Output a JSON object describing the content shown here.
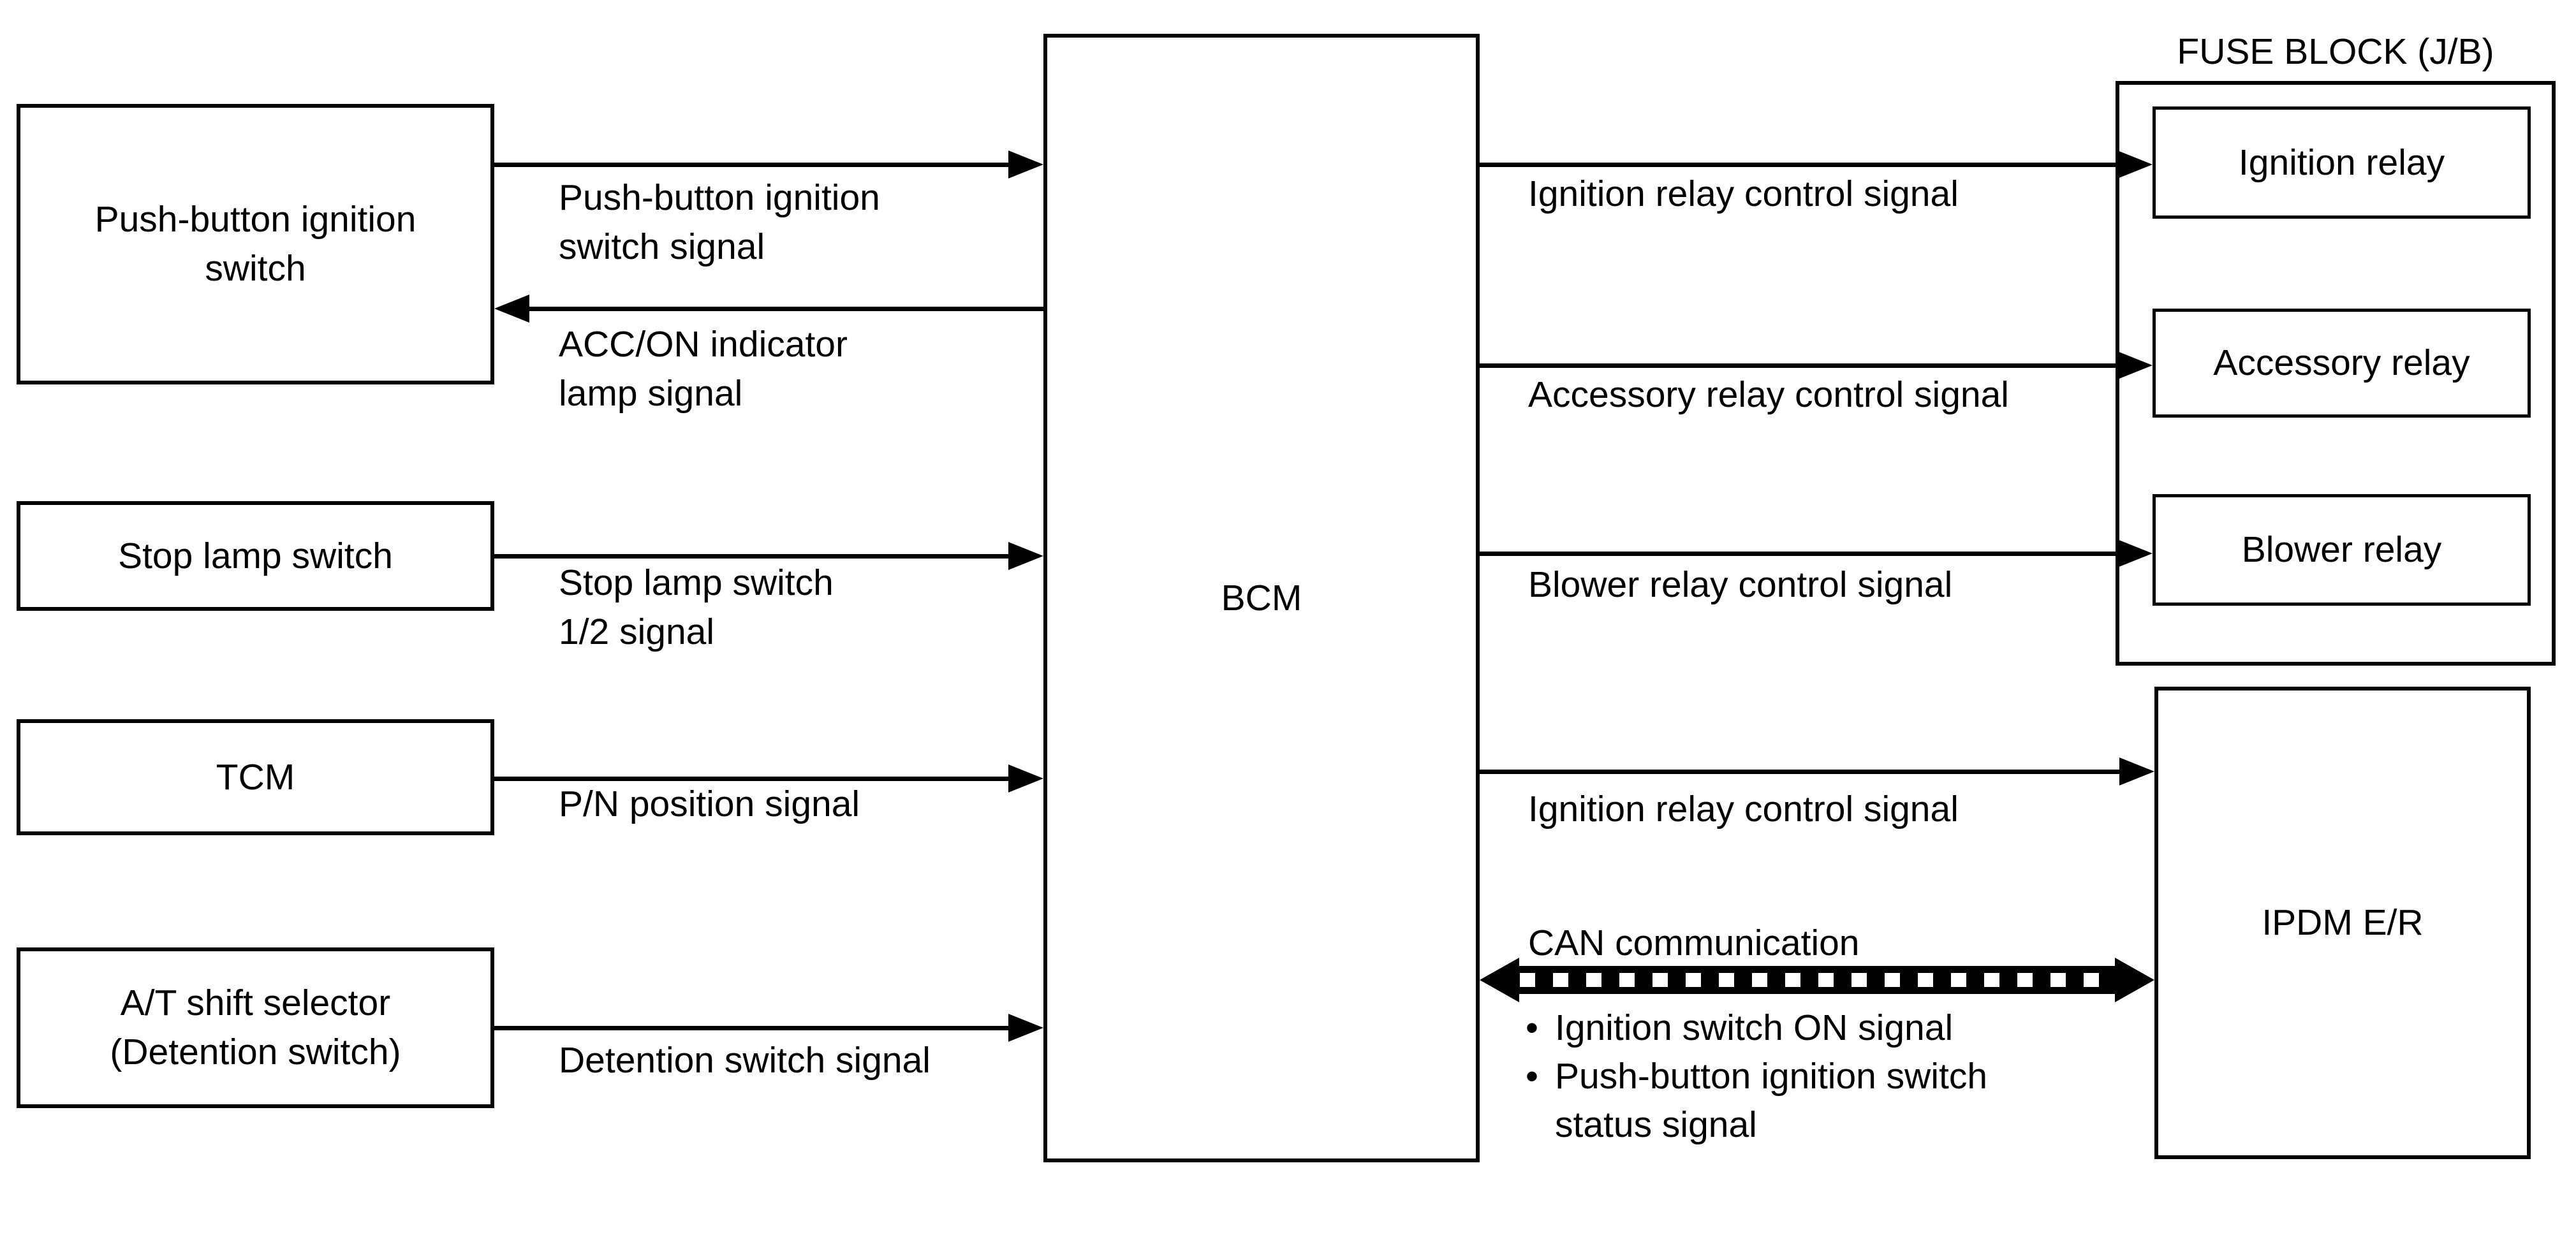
{
  "nodes": {
    "push_button": {
      "label": "Push-button ignition\nswitch"
    },
    "stop_lamp": {
      "label": "Stop lamp switch"
    },
    "tcm": {
      "label": "TCM"
    },
    "at_shift_selector": {
      "label": "A/T shift selector\n(Detention switch)"
    },
    "bcm": {
      "label": "BCM"
    },
    "fuse_block": {
      "title": "FUSE BLOCK (J/B)"
    },
    "ignition_relay": {
      "label": "Ignition relay"
    },
    "accessory_relay": {
      "label": "Accessory relay"
    },
    "blower_relay": {
      "label": "Blower relay"
    },
    "ipdm_er": {
      "label": "IPDM E/R"
    }
  },
  "signal_labels": {
    "push_button_switch_signal": "Push-button ignition\nswitch signal",
    "acc_on_indicator_lamp_signal": "ACC/ON indicator\nlamp signal",
    "stop_lamp_switch_signal": "Stop lamp switch\n1/2 signal",
    "pn_position_signal": "P/N position signal",
    "detention_switch_signal": "Detention switch signal",
    "ignition_relay_control_signal": "Ignition relay control signal",
    "accessory_relay_control_signal": "Accessory relay control signal",
    "blower_relay_control_signal": "Blower relay control signal",
    "ignition_relay_control_signal_ipdm": "Ignition relay control signal"
  },
  "can": {
    "title": "CAN communication",
    "bullet_glyph": "•",
    "items": [
      "Ignition switch ON signal",
      "Push-button ignition switch\nstatus signal"
    ]
  },
  "colors": {
    "line": "#000000",
    "background": "#ffffff",
    "text": "#000000"
  }
}
